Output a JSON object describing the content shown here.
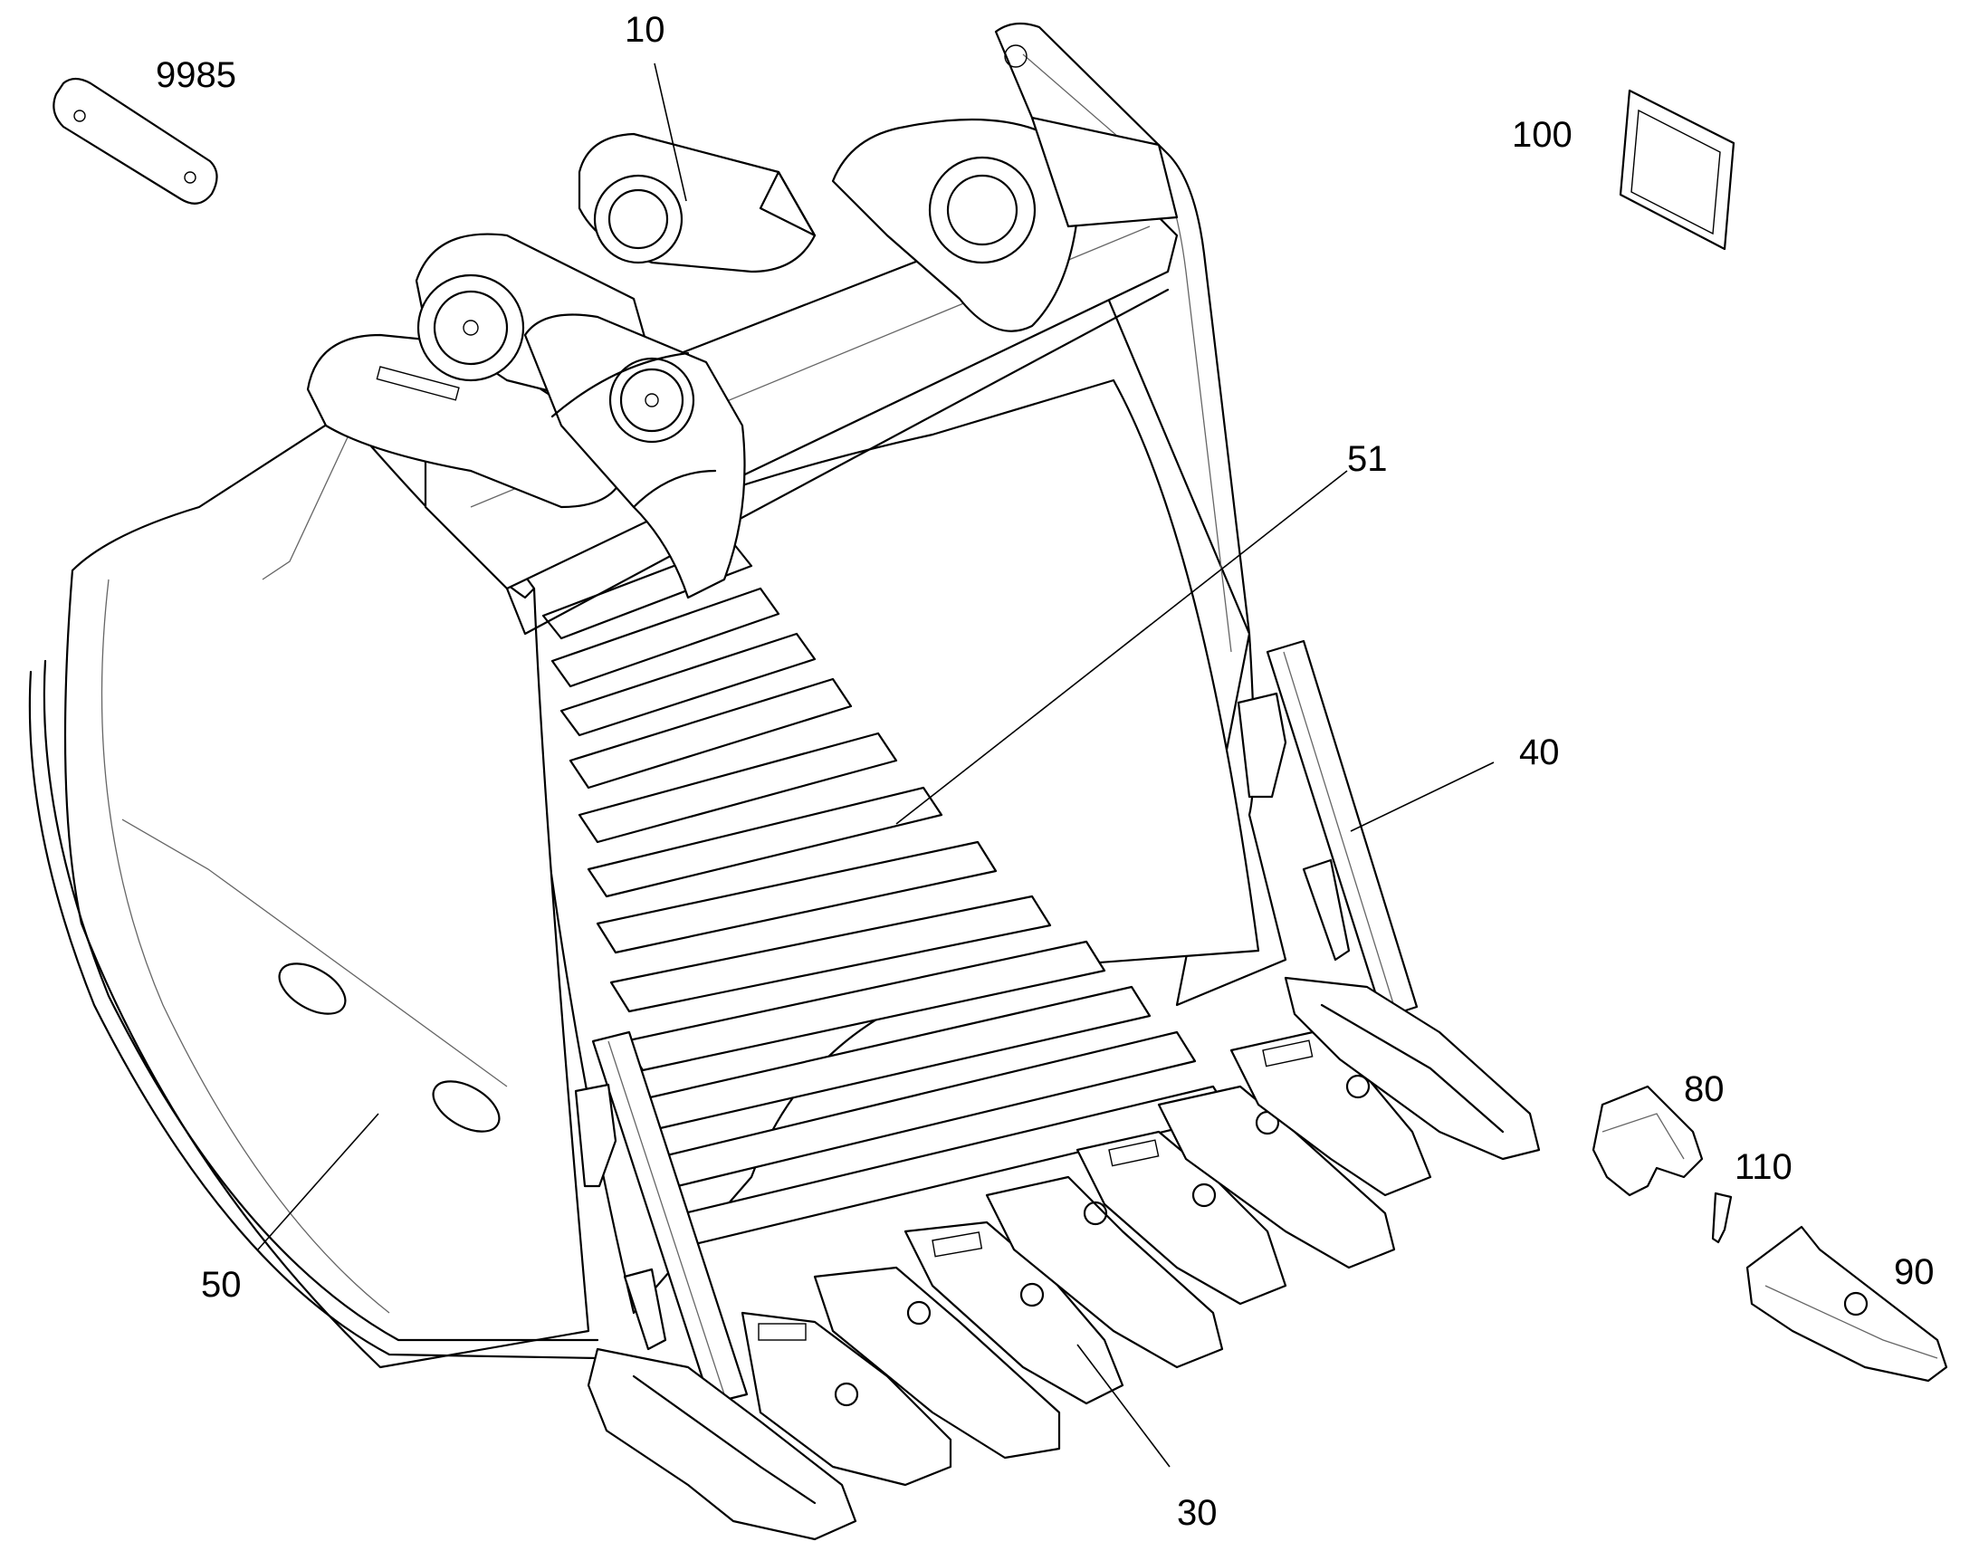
{
  "callouts": {
    "c10": "10",
    "c9985": "9985",
    "c100": "100",
    "c51": "51",
    "c40": "40",
    "c80": "80",
    "c110": "110",
    "c90": "90",
    "c50": "50",
    "c30": "30"
  },
  "colors": {
    "line": "#000000",
    "background": "#ffffff"
  }
}
